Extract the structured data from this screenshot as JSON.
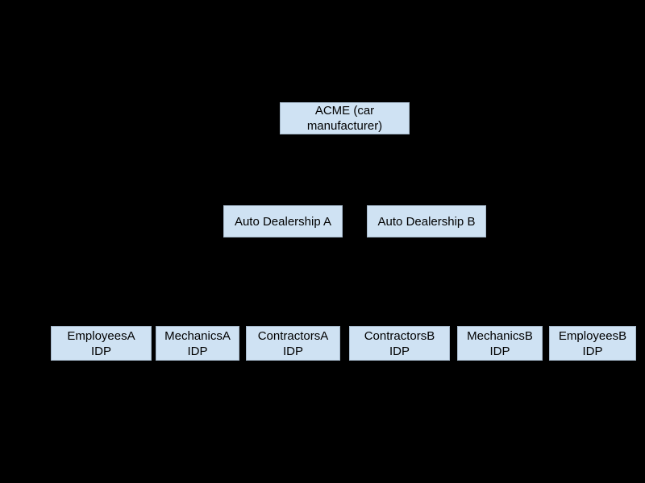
{
  "canvas": {
    "background_color": "#000000",
    "node_fill_color": "#cfe2f3",
    "node_text_color": "#000000"
  },
  "diagram": {
    "type": "hierarchy",
    "levels": [
      {
        "name": "root",
        "node_ids": [
          "acme"
        ]
      },
      {
        "name": "dealerships",
        "node_ids": [
          "dealership-a",
          "dealership-b"
        ]
      },
      {
        "name": "idps",
        "node_ids": [
          "employees-a",
          "mechanics-a",
          "contractors-a",
          "contractors-b",
          "mechanics-b",
          "employees-b"
        ]
      }
    ],
    "nodes": {
      "acme": {
        "label": "ACME (car\nmanufacturer)"
      },
      "dealership_a": {
        "label": "Auto Dealership A"
      },
      "dealership_b": {
        "label": "Auto Dealership B"
      },
      "employees_a": {
        "label": "EmployeesA\nIDP"
      },
      "mechanics_a": {
        "label": "MechanicsA\nIDP"
      },
      "contractors_a": {
        "label": "ContractorsA\nIDP"
      },
      "contractors_b": {
        "label": "ContractorsB\nIDP"
      },
      "mechanics_b": {
        "label": "MechanicsB\nIDP"
      },
      "employees_b": {
        "label": "EmployeesB\nIDP"
      }
    }
  }
}
